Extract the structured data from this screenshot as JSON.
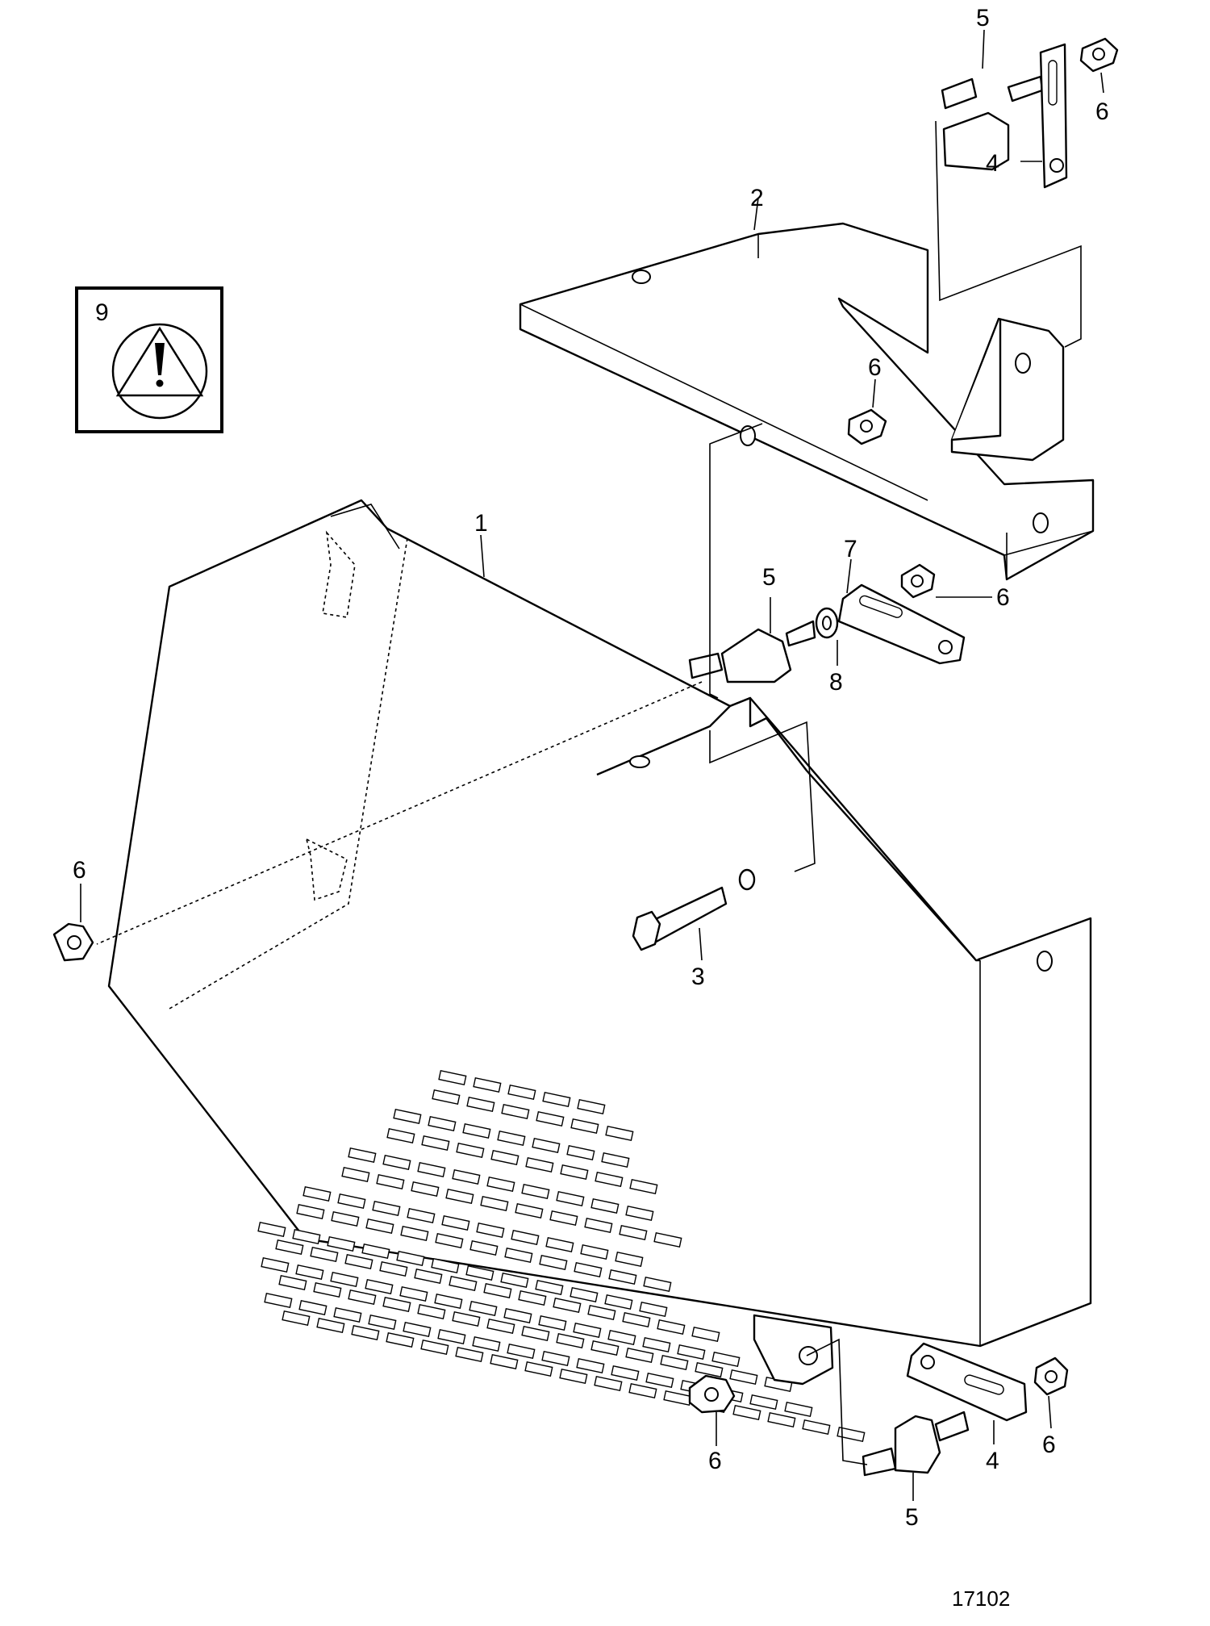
{
  "callouts": {
    "p1": "1",
    "p2": "2",
    "p3": "3",
    "p4_top": "4",
    "p4_bottom": "4",
    "p5_top": "5",
    "p5_mid": "5",
    "p5_bottom": "5",
    "p6_top": "6",
    "p6_bracket": "6",
    "p6_mid": "6",
    "p6_left": "6",
    "p6_bottom_left": "6",
    "p6_bottom_right": "6",
    "p7": "7",
    "p8": "8",
    "p9": "9"
  },
  "figure_id": "17102",
  "warning_symbol": "warning-triangle-icon"
}
